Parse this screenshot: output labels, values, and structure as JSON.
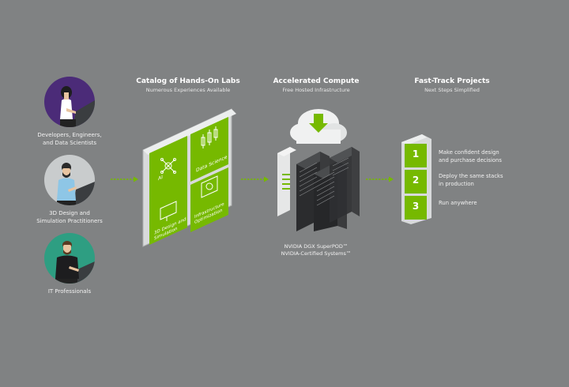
{
  "personas": [
    {
      "label": "Developers, Engineers,\nand Data Scientists",
      "bg": "#4b2b78"
    },
    {
      "label": "3D Design and\nSimulation Practitioners",
      "bg": "#c9cccd"
    },
    {
      "label": "IT Professionals",
      "bg": "#2e9e82"
    }
  ],
  "catalog": {
    "title": "Catalog of Hands-On Labs",
    "subtitle": "Numerous Experiences Available",
    "tiles": [
      "AI",
      "Data Science",
      "3D Design and Simulation",
      "Infrastructure Optimization"
    ]
  },
  "compute": {
    "title": "Accelerated Compute",
    "subtitle": "Free Hosted Infrastructure",
    "caption_line1": "NVIDIA DGX SuperPOD™",
    "caption_line2": "NVIDIA-Certified Systems™"
  },
  "projects": {
    "title": "Fast-Track Projects",
    "subtitle": "Next Steps Simplified",
    "steps": [
      {
        "num": "1",
        "text": "Make confident design\nand purchase decisions"
      },
      {
        "num": "2",
        "text": "Deploy the same stacks\nin production"
      },
      {
        "num": "3",
        "text": "Run anywhere"
      }
    ]
  },
  "colors": {
    "green": "#76b900",
    "background": "#808283"
  }
}
